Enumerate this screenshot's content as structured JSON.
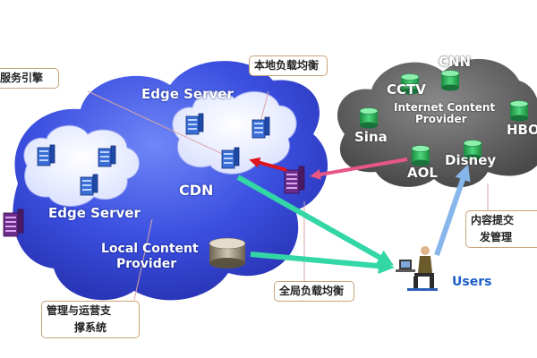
{
  "labels": {
    "edge_server_top": "Edge Server",
    "edge_server_left": "Edge Server",
    "cdn": "CDN",
    "local_content_provider_line1": "Local Content",
    "local_content_provider_line2": "Provider",
    "users": "Users"
  },
  "internet_cloud": {
    "providers": [
      "CNN",
      "CCTV",
      "Sina",
      "AOL",
      "Disney",
      "HBO"
    ],
    "title_line1": "Internet Content",
    "title_line2": "Provider"
  },
  "callouts": {
    "service_engine": "服务引擎",
    "local_load_balance": "本地负载均衡",
    "global_load_balance": "全局负载均衡",
    "management_system_line1": "管理与运营支",
    "management_system_line2": "撑系统",
    "content_dispatch_line1": "内容提交",
    "content_dispatch_line2": "发管理"
  },
  "colors": {
    "cdn_cloud": "#3346d8",
    "internet_cloud": "#5c5c5c",
    "arrow_green": "#33d7a6",
    "arrow_pink": "#e75784",
    "arrow_red": "#e0151b",
    "arrow_blue": "#86b6ea",
    "server_blue": "#3a6ed6",
    "db_green": "#2bb659",
    "router_purple": "#6b2c8a",
    "users_text": "#1d5fc9"
  }
}
